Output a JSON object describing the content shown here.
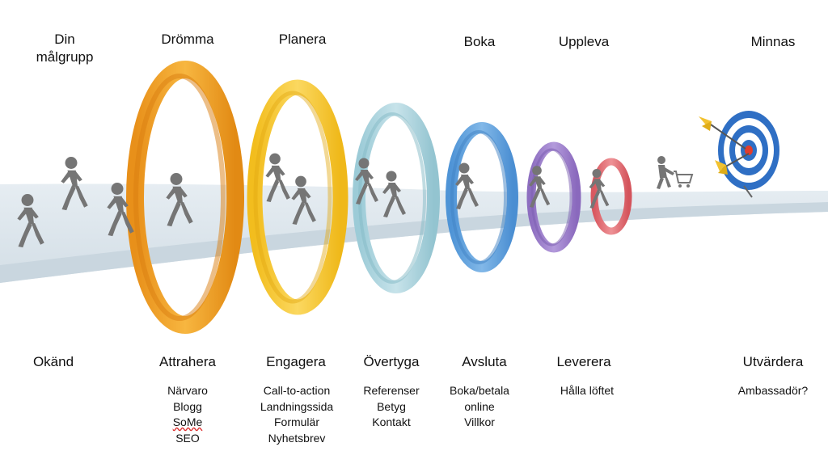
{
  "stages": [
    {
      "top": "Din\nmålgrupp",
      "bottom": "Okänd",
      "items": []
    },
    {
      "top": "Drömma",
      "bottom": "Attrahera",
      "items": [
        "Närvaro",
        "Blogg",
        "SoMe",
        "SEO"
      ]
    },
    {
      "top": "Planera",
      "bottom": "Engagera",
      "items": [
        "Call-to-action",
        "Landningssida",
        "Formulär",
        "Nyhetsbrev"
      ]
    },
    {
      "top": "",
      "bottom": "Övertyga",
      "items": [
        "Referenser",
        "Betyg",
        "Kontakt"
      ]
    },
    {
      "top": "Boka",
      "bottom": "Avsluta",
      "items": [
        "Boka/betala",
        "online",
        "Villkor"
      ]
    },
    {
      "top": "Uppleva",
      "bottom": "Leverera",
      "items": [
        "Hålla löftet"
      ]
    },
    {
      "top": "Minnas",
      "bottom": "Utvärdera",
      "items": [
        "Ambassadör?"
      ]
    }
  ],
  "colors": {
    "ring_orange": "#f0a020",
    "ring_yellow": "#f7c62e",
    "ring_teal": "#a5d1dc",
    "ring_blue": "#5c9fdc",
    "ring_purple": "#9a7ac8",
    "ring_red": "#e06a70",
    "path": "#dde6ec",
    "person": "#757575",
    "target_blue": "#2f6fc4",
    "target_red": "#e23c2c",
    "arrow_yellow": "#f2c230"
  },
  "icons": [
    "walking-person-icon",
    "shopping-cart-person-icon",
    "target-icon",
    "arrow-icon"
  ]
}
